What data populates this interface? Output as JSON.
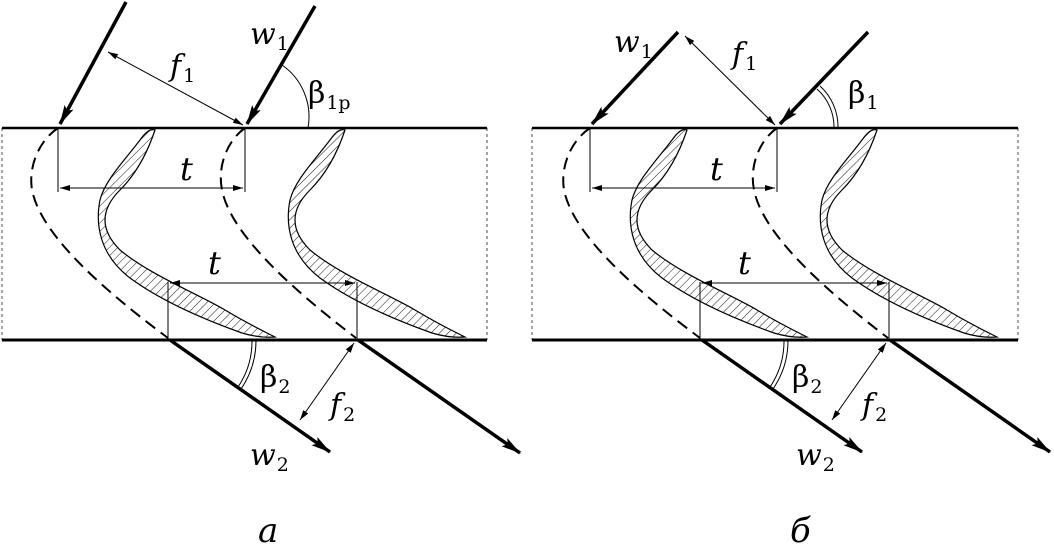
{
  "panels": [
    {
      "caption": "а",
      "inlet_velocity": {
        "symbol": "w",
        "subscript": "1"
      },
      "outlet_velocity": {
        "symbol": "w",
        "subscript": "2"
      },
      "inlet_throat": {
        "symbol": "f",
        "subscript": "1"
      },
      "outlet_throat": {
        "symbol": "f",
        "subscript": "2"
      },
      "pitch_top": "t",
      "pitch_bottom": "t",
      "inlet_angle": {
        "symbol": "β",
        "subscript": "1р"
      },
      "outlet_angle": {
        "symbol": "β",
        "subscript": "2"
      }
    },
    {
      "caption": "б",
      "inlet_velocity": {
        "symbol": "w",
        "subscript": "1"
      },
      "outlet_velocity": {
        "symbol": "w",
        "subscript": "2"
      },
      "inlet_throat": {
        "symbol": "f",
        "subscript": "1"
      },
      "outlet_throat": {
        "symbol": "f",
        "subscript": "2"
      },
      "pitch_top": "t",
      "pitch_bottom": "t",
      "inlet_angle": {
        "symbol": "β",
        "subscript": "1"
      },
      "outlet_angle": {
        "symbol": "β",
        "subscript": "2"
      }
    }
  ]
}
